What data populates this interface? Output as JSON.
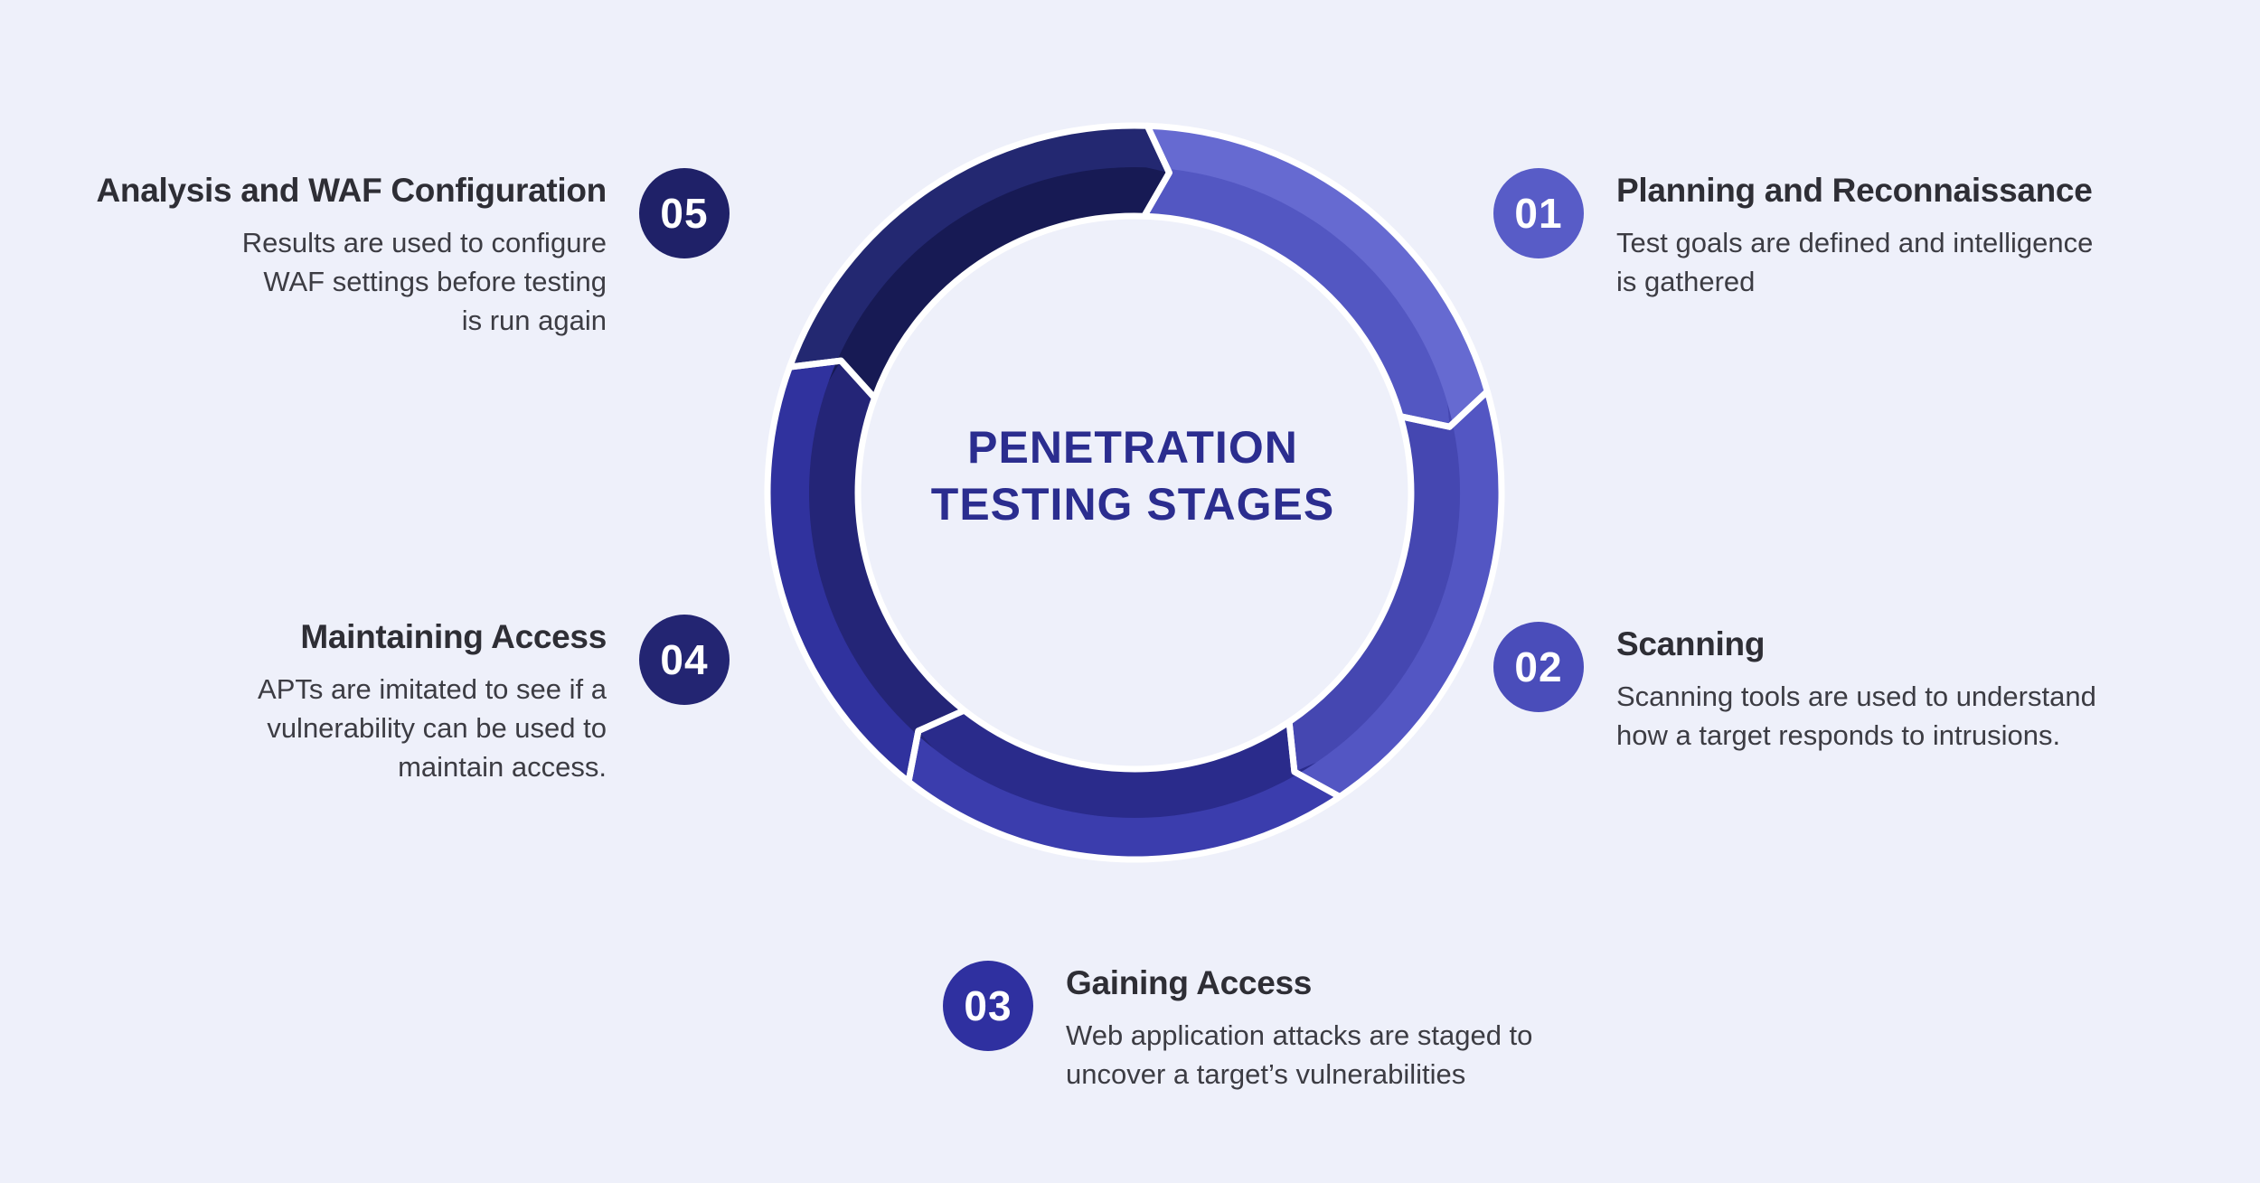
{
  "background_color": "#EEF0FA",
  "junction_gap_color": "#FFFFFF",
  "title": {
    "line1": "PENETRATION",
    "line2": "TESTING STAGES",
    "color": "#2B2D8F"
  },
  "text_colors": {
    "heading": "#2E2E35",
    "body": "#3C3C43"
  },
  "stages": [
    {
      "number": "01",
      "title": "Planning and Reconnaissance",
      "description": "Test goals are defined and intelligence\nis gathered",
      "badge_color": "#585CC7",
      "segment_color": "#666AD1",
      "segment_shade": "#5357C2"
    },
    {
      "number": "02",
      "title": "Scanning",
      "description": "Scanning tools are used to understand\nhow a target responds to intrusions.",
      "badge_color": "#4A4DBA",
      "segment_color": "#5356C3",
      "segment_shade": "#4547B1"
    },
    {
      "number": "03",
      "title": "Gaining Access",
      "description": "Web application attacks are staged to\nuncover a target’s vulnerabilities",
      "badge_color": "#2F30A0",
      "segment_color": "#3B3DAD",
      "segment_shade": "#2A2B8B"
    },
    {
      "number": "04",
      "title": "Maintaining Access",
      "description": "APTs are imitated to see if a\nvulnerability can be used to\nmaintain access.",
      "badge_color": "#232572",
      "segment_color": "#30329E",
      "segment_shade": "#242577"
    },
    {
      "number": "05",
      "title": "Analysis and WAF Configuration",
      "description": "Results are used to configure\nWAF settings before testing\nis run again",
      "badge_color": "#1F2168",
      "segment_color": "#232871",
      "segment_shade": "#171A54"
    }
  ]
}
